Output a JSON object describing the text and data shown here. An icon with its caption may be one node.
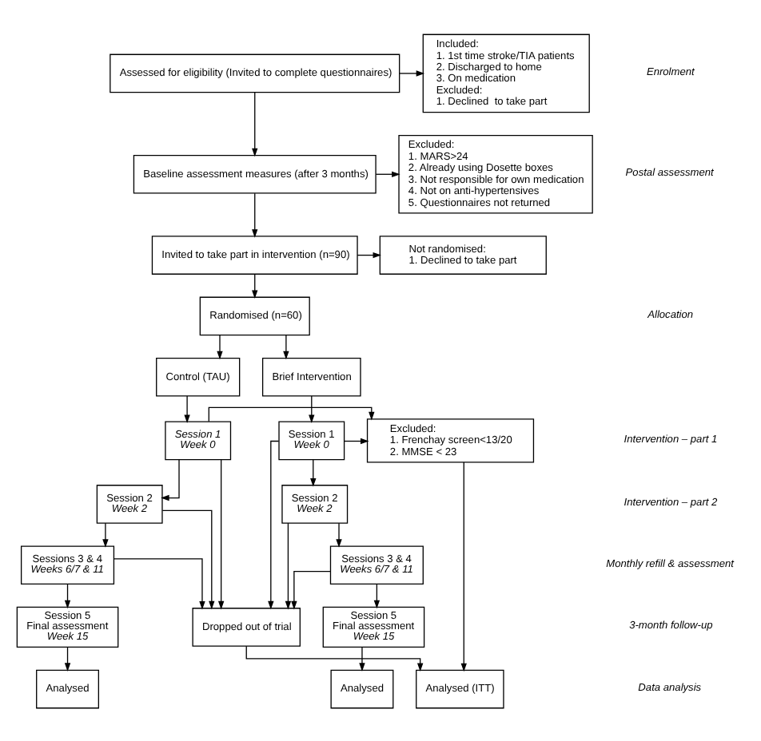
{
  "diagram": {
    "nodes": [
      {
        "text": [
          "Assessed for eligibility (Invited to complete questionnaires)"
        ]
      },
      {
        "text": [
          "Included:",
          "1. 1st time stroke/TIA patients",
          "2. Discharged to home",
          "3. On medication",
          "Excluded:",
          "1. Declined  to take part"
        ]
      },
      {
        "text": [
          "Baseline assessment measures (after 3 months)"
        ]
      },
      {
        "text": [
          "Excluded:",
          "1. MARS>24",
          "2. Already using Dosette boxes",
          "3. Not responsible for own medication",
          "4. Not on anti-hypertensives",
          "5. Questionnaires not returned"
        ]
      },
      {
        "text": [
          "Invited to take part in intervention (n=90)"
        ]
      },
      {
        "text": [
          "Not randomised:",
          "1. Declined to take part"
        ]
      },
      {
        "text": [
          "Randomised (n=60)"
        ]
      },
      {
        "text": [
          "Brief Intervention"
        ]
      },
      {
        "text": [
          "Control (TAU)"
        ]
      },
      {
        "text": [
          "Session 1",
          "Week 0"
        ]
      },
      {
        "text": [
          "Session 1",
          "Week 0"
        ]
      },
      {
        "text": [
          "Excluded:",
          "1. Frenchay screen<13/20",
          "2. MMSE < 23"
        ]
      },
      {
        "text": [
          "Session 2",
          "Week 2"
        ]
      },
      {
        "text": [
          "Session 2",
          "Week 2"
        ]
      },
      {
        "text": [
          "Sessions 3 & 4",
          "Weeks 6/7 & 11"
        ]
      },
      {
        "text": [
          "Sessions 3 & 4",
          "Weeks 6/7 & 11"
        ]
      },
      {
        "text": [
          "Session 5",
          "Final assessment",
          "Week 15"
        ]
      },
      {
        "text": [
          "Session 5",
          "Final assessment",
          "Week 15"
        ]
      },
      {
        "text": [
          "Dropped out of trial"
        ]
      },
      {
        "text": [
          "Analysed"
        ]
      },
      {
        "text": [
          "Analysed"
        ]
      },
      {
        "text": [
          "Analysed (ITT)"
        ]
      }
    ],
    "edges": [
      {
        "from": 0,
        "to": 2,
        "arrow": "to"
      },
      {
        "from": 0,
        "to": 1,
        "arrow": "to"
      },
      {
        "from": 2,
        "to": 4,
        "arrow": "to"
      },
      {
        "from": 2,
        "to": 3,
        "arrow": "to"
      },
      {
        "from": 4,
        "to": 6,
        "arrow": "to"
      },
      {
        "from": 4,
        "to": 5,
        "arrow": "to"
      },
      {
        "from": 6,
        "to": 7,
        "arrow": "to"
      },
      {
        "from": 6,
        "to": 8,
        "arrow": "to"
      },
      {
        "from": 7,
        "to": 9,
        "arrow": "to"
      },
      {
        "from": 8,
        "to": 10,
        "arrow": "to"
      },
      {
        "from": 9,
        "to": 11,
        "arrow": "to"
      },
      {
        "from": 10,
        "to": 11,
        "arrow": "to"
      },
      {
        "from": 9,
        "to": 12,
        "arrow": "to"
      },
      {
        "from": 10,
        "to": 13,
        "arrow": "to"
      },
      {
        "from": 9,
        "to": 18,
        "arrow": "to"
      },
      {
        "from": 10,
        "to": 18,
        "arrow": "to"
      },
      {
        "from": 12,
        "to": 14,
        "arrow": "to"
      },
      {
        "from": 13,
        "to": 15,
        "arrow": "to"
      },
      {
        "from": 12,
        "to": 18,
        "arrow": "to"
      },
      {
        "from": 13,
        "to": 18,
        "arrow": "to"
      },
      {
        "from": 14,
        "to": 16,
        "arrow": "to"
      },
      {
        "from": 15,
        "to": 17,
        "arrow": "to"
      },
      {
        "from": 14,
        "to": 18,
        "arrow": "to"
      },
      {
        "from": 15,
        "to": 18,
        "arrow": "to"
      },
      {
        "from": 16,
        "to": 19,
        "arrow": "to"
      },
      {
        "from": 17,
        "to": 20,
        "arrow": "to"
      },
      {
        "from": 18,
        "to": 21,
        "arrow": "to"
      },
      {
        "from": 11,
        "to": 21,
        "arrow": "to"
      }
    ],
    "labels": [
      "Enrolment",
      "Postal assessment",
      "Allocation",
      "Intervention – part 1",
      "Intervention – part 2",
      "Monthly refill & assessment",
      "3-month follow-up",
      "Data analysis"
    ]
  }
}
